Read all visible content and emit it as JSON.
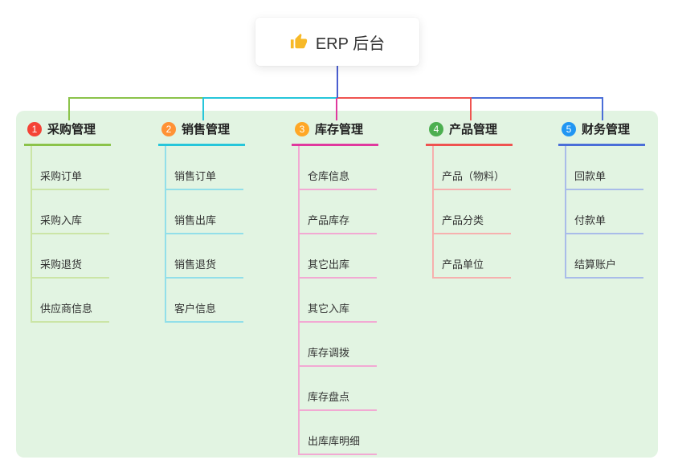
{
  "root": {
    "icon": "thumbs-up-icon",
    "icon_color": "#f7b928",
    "label": "ERP 后台",
    "connector_color": "#4a5ed0"
  },
  "canvas": {
    "panel_background": "#e2f4e2"
  },
  "branches": [
    {
      "badge": "1",
      "label": "采购管理",
      "color": "#8bc34a",
      "light_color": "#cbe5a6",
      "badge_color": "#f44336",
      "children": [
        "采购订单",
        "采购入库",
        "采购退货",
        "供应商信息"
      ]
    },
    {
      "badge": "2",
      "label": "销售管理",
      "color": "#26c6da",
      "light_color": "#92dfe9",
      "badge_color": "#ff9235",
      "children": [
        "销售订单",
        "销售出库",
        "销售退货",
        "客户信息"
      ]
    },
    {
      "badge": "3",
      "label": "库存管理",
      "color": "#e0399e",
      "light_color": "#f2a9d3",
      "badge_color": "#ffa726",
      "children": [
        "仓库信息",
        "产品库存",
        "其它出库",
        "其它入库",
        "库存调拨",
        "库存盘点",
        "出库库明细"
      ]
    },
    {
      "badge": "4",
      "label": "产品管理",
      "color": "#ef5350",
      "light_color": "#f6b0ae",
      "badge_color": "#4caf50",
      "children": [
        "产品（物料）",
        "产品分类",
        "产品单位"
      ]
    },
    {
      "badge": "5",
      "label": "财务管理",
      "color": "#4a6ed8",
      "light_color": "#a9bce9",
      "badge_color": "#2196f3",
      "children": [
        "回款单",
        "付款单",
        "结算账户"
      ]
    }
  ]
}
